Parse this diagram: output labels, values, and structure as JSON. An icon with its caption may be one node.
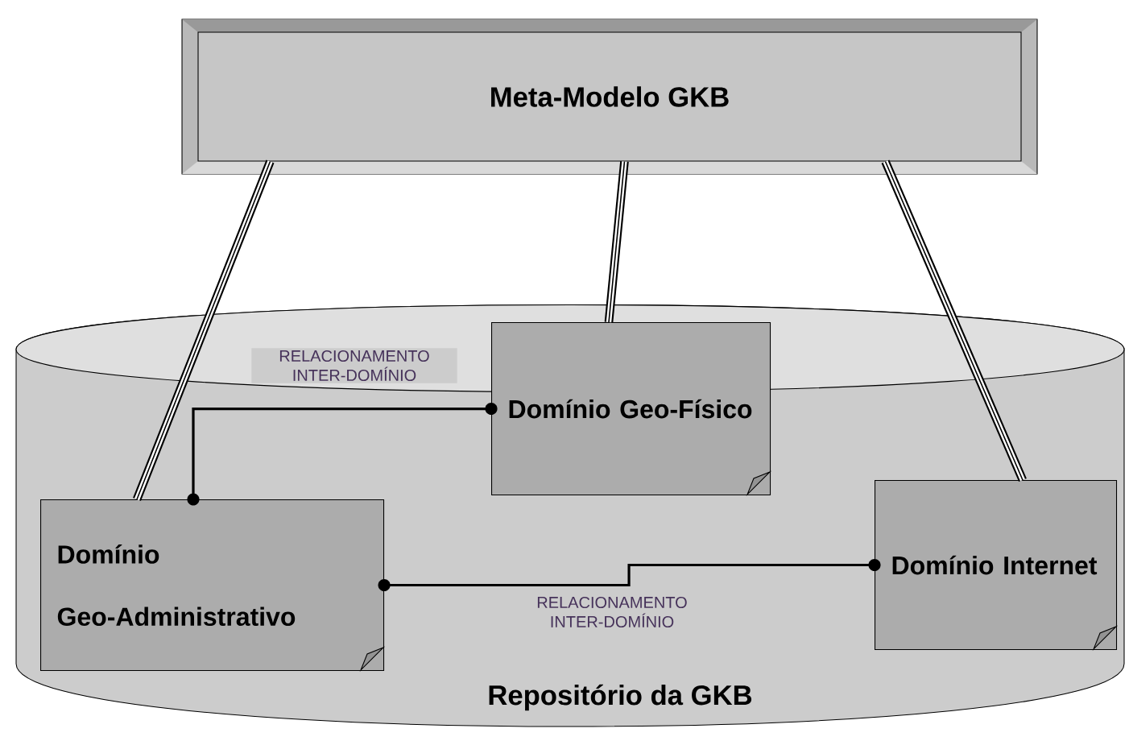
{
  "diagram": {
    "nodes": [
      {
        "text": [
          "Meta-Modelo GKB"
        ]
      },
      {
        "text": [
          "Repositório da GKB"
        ]
      },
      {
        "text": [
          "Domínio Geo-Físico"
        ],
        "in": 1
      },
      {
        "text": [
          "Domínio Geo-Administrativo"
        ],
        "in": 1
      },
      {
        "text": [
          "Domínio Internet"
        ],
        "in": 1
      }
    ],
    "edges": [
      {
        "from": 0,
        "to": 3,
        "arrow": "none"
      },
      {
        "from": 0,
        "to": 2,
        "arrow": "none"
      },
      {
        "from": 0,
        "to": 4,
        "arrow": "none"
      },
      {
        "from": 2,
        "to": 3,
        "arrow": "other",
        "label": "RELACIONAMENTO INTER-DOMÍNIO"
      },
      {
        "from": 3,
        "to": 4,
        "arrow": "other",
        "label": "RELACIONAMENTO  INTER-DOMÍNIO"
      }
    ]
  }
}
